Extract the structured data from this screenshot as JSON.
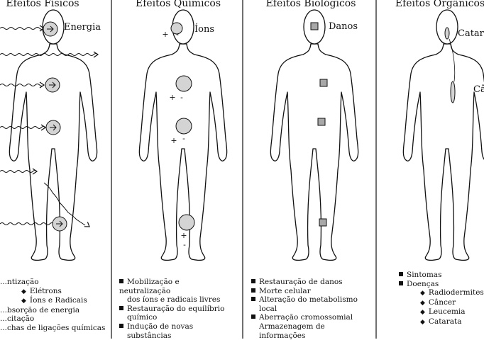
{
  "colors": {
    "ink": "#111111",
    "marker_fill": "#d4d4d4",
    "square_fill": "#a8a8a8"
  },
  "panels": [
    {
      "title": "Efeitos Físicos",
      "label": "Energia",
      "items": [
        {
          "text": "...ntização",
          "level": 0,
          "bullet": "none"
        },
        {
          "text": "Elétrons",
          "level": 1,
          "bullet": "diamond"
        },
        {
          "text": "Íons e Radicais",
          "level": 1,
          "bullet": "diamond"
        },
        {
          "text": "...bsorção de energia",
          "level": 0,
          "bullet": "none"
        },
        {
          "text": "...citação",
          "level": 0,
          "bullet": "none"
        },
        {
          "text": "...chas de ligações químicas",
          "level": 0,
          "bullet": "none"
        }
      ]
    },
    {
      "title": "Efeitos Químicos",
      "label": "Íons",
      "plus": "+",
      "minus": "-",
      "items": [
        {
          "text": "Mobilização e neutralização",
          "level": 0,
          "bullet": "square"
        },
        {
          "text": "dos íons e radicais livres",
          "level": 0,
          "bullet": "none"
        },
        {
          "text": "Restauração do equilíbrio",
          "level": 0,
          "bullet": "square"
        },
        {
          "text": "químico",
          "level": 0,
          "bullet": "none"
        },
        {
          "text": "Indução de novas",
          "level": 0,
          "bullet": "square"
        },
        {
          "text": "substâncias",
          "level": 0,
          "bullet": "none"
        }
      ]
    },
    {
      "title": "Efeitos Biológicos",
      "label": "Danos",
      "items": [
        {
          "text": "Restauração de danos",
          "level": 0,
          "bullet": "square"
        },
        {
          "text": "Morte celular",
          "level": 0,
          "bullet": "square"
        },
        {
          "text": "Alteração do metabolismo",
          "level": 0,
          "bullet": "square"
        },
        {
          "text": "local",
          "level": 0,
          "bullet": "none"
        },
        {
          "text": "Aberração cromossomial",
          "level": 0,
          "bullet": "square"
        },
        {
          "text": "Armazenagem de informações",
          "level": 0,
          "bullet": "none"
        }
      ]
    },
    {
      "title": "Efeitos Orgânicos",
      "label": "Catarata",
      "label2": "Câ",
      "items": [
        {
          "text": "Sintomas",
          "level": 0,
          "bullet": "square"
        },
        {
          "text": "Doenças",
          "level": 0,
          "bullet": "square"
        },
        {
          "text": "Radiodermites",
          "level": 1,
          "bullet": "diamond"
        },
        {
          "text": "Câncer",
          "level": 1,
          "bullet": "diamond"
        },
        {
          "text": "Leucemia",
          "level": 1,
          "bullet": "diamond"
        },
        {
          "text": "Catarata",
          "level": 1,
          "bullet": "diamond"
        }
      ]
    }
  ]
}
